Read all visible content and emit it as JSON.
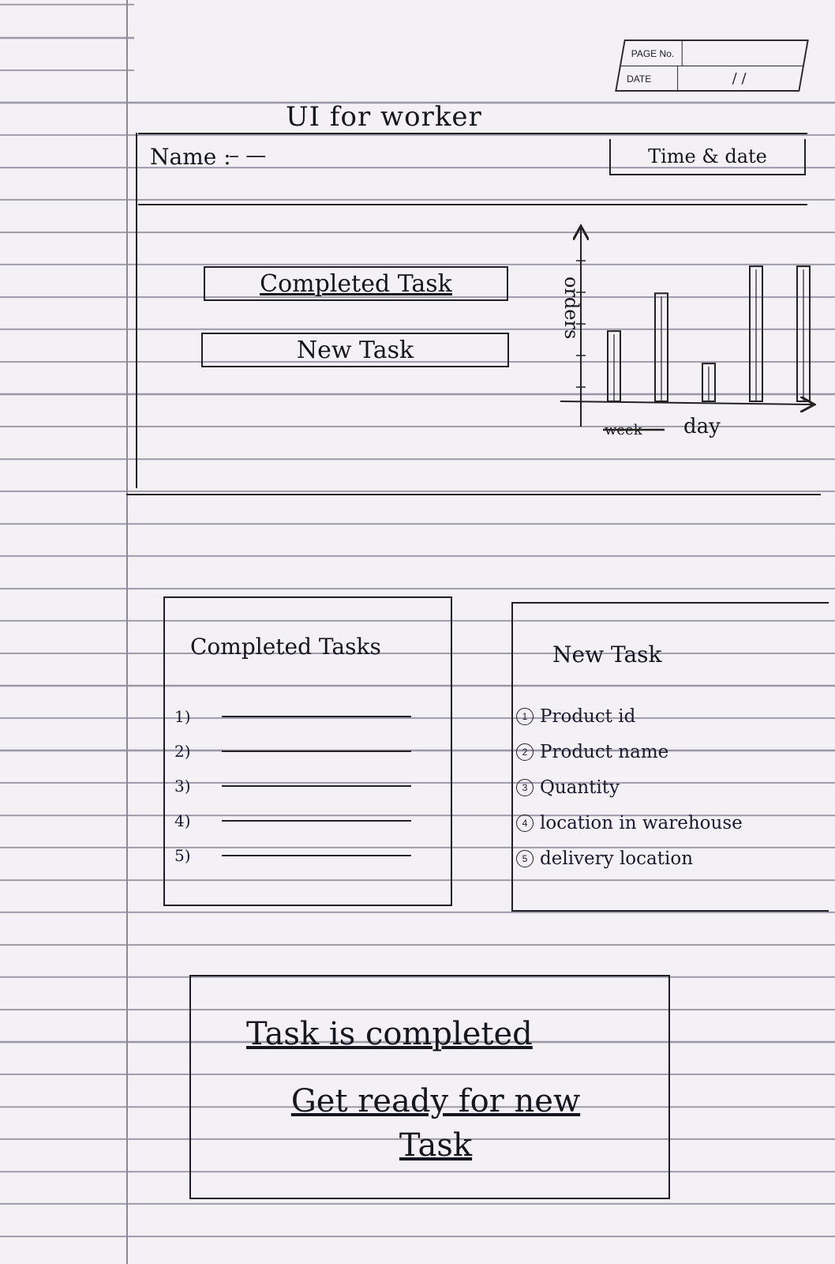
{
  "page_corner": {
    "page_no_label": "PAGE No.",
    "page_no_value": "",
    "date_label": "DATE",
    "date_value": "/ /"
  },
  "title": "UI for worker",
  "header": {
    "name_label": "Name :",
    "name_value": "– —",
    "time_date": "Time & date"
  },
  "buttons": {
    "completed_task": "Completed Task",
    "new_task": "New Task"
  },
  "chart_data": {
    "type": "bar",
    "xlabel": "day",
    "xlabel_struck": "week",
    "ylabel": "orders",
    "categories": [
      "",
      "",
      "",
      "",
      ""
    ],
    "values": [
      52,
      80,
      28,
      100,
      100
    ],
    "bar_style": "double-outline",
    "ylim": [
      0,
      110
    ],
    "grid": false
  },
  "completed_tasks": {
    "heading": "Completed Tasks",
    "items": [
      "1)",
      "2)",
      "3)",
      "4)",
      "5)"
    ]
  },
  "new_task": {
    "heading": "New Task",
    "items": [
      {
        "num": "1",
        "label": "Product id"
      },
      {
        "num": "2",
        "label": "Product name"
      },
      {
        "num": "3",
        "label": "Quantity"
      },
      {
        "num": "4",
        "label": "location in warehouse"
      },
      {
        "num": "5",
        "label": "delivery location"
      }
    ]
  },
  "completion": {
    "line1": "Task is completed",
    "line2": "Get ready for new Task"
  }
}
